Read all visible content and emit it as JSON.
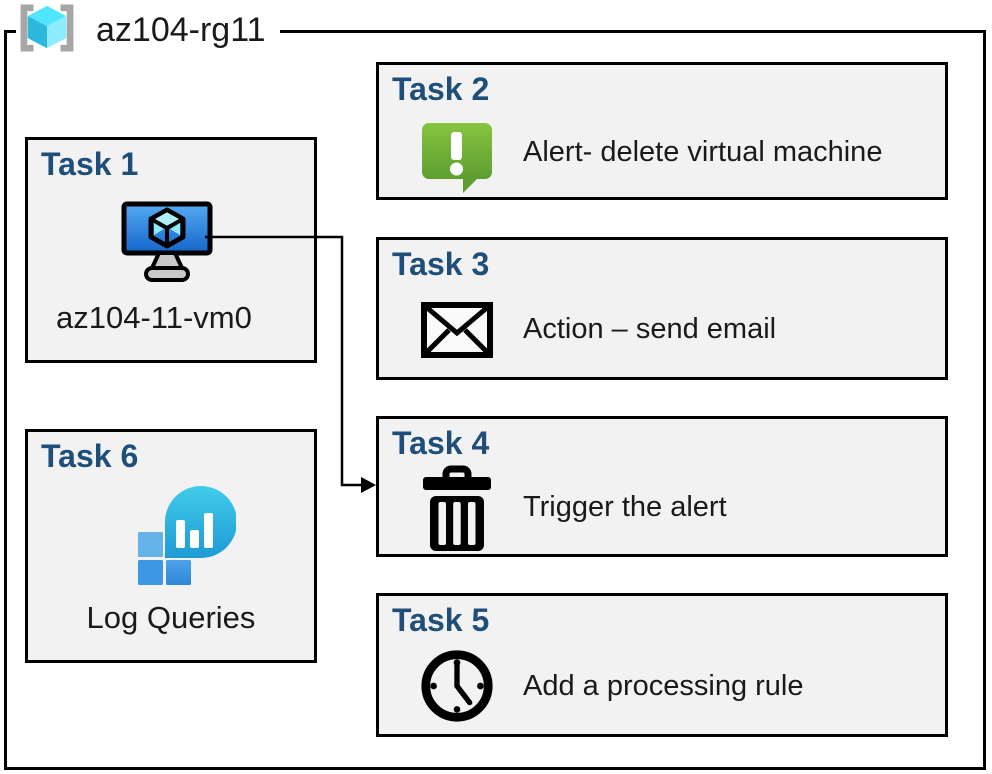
{
  "resource_group": {
    "title": "az104-rg11",
    "icon": "resource-group-icon"
  },
  "tasks": [
    {
      "label": "Task 1",
      "item": "az104-11-vm0",
      "icon": "virtual-machine-icon"
    },
    {
      "label": "Task 2",
      "item": "Alert- delete virtual machine",
      "icon": "alert-icon"
    },
    {
      "label": "Task 3",
      "item": "Action – send email",
      "icon": "email-icon"
    },
    {
      "label": "Task 4",
      "item": "Trigger the alert",
      "icon": "trash-icon"
    },
    {
      "label": "Task 5",
      "item": "Add a processing rule",
      "icon": "clock-icon"
    },
    {
      "label": "Task 6",
      "item": "Log Queries",
      "icon": "log-analytics-icon"
    }
  ],
  "connector": {
    "from": "task1-virtual-machine",
    "to": "task4-box"
  },
  "colors": {
    "task_label_blue": "#1F4E79",
    "box_fill": "#F2F2F2",
    "border_black": "#000000",
    "alert_green_light": "#86C440",
    "alert_green_dark": "#5E9E2F",
    "vm_screen_light": "#55AAF0",
    "vm_screen_dark": "#1565CC",
    "bubble_teal_light": "#41CCE8",
    "bubble_teal_dark": "#1F9AD6",
    "square_blue_light": "#66B3EA",
    "square_blue_mid": "#3F96E4",
    "cube_top": "#50E6FF",
    "cube_left": "#2BB8DB",
    "cube_right": "#8DEDFF",
    "bracket_gray": "#A6A6A6"
  }
}
